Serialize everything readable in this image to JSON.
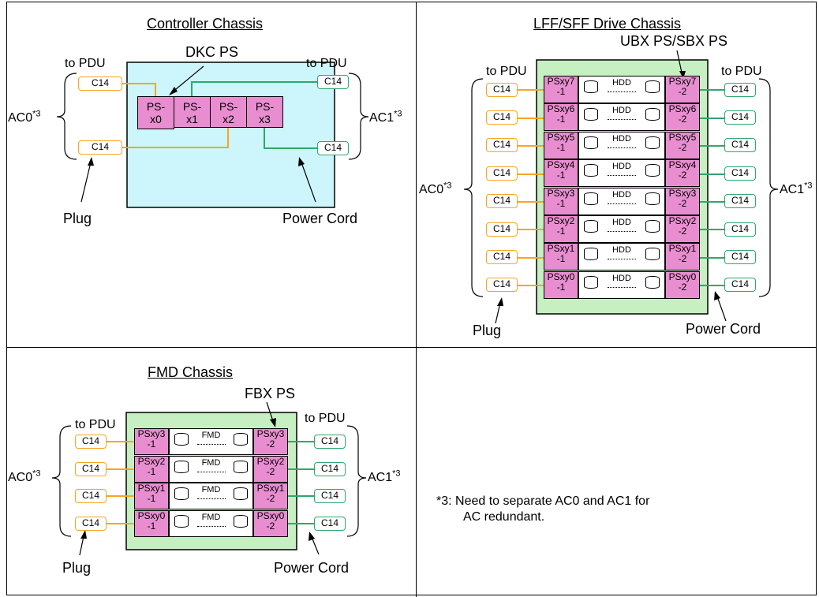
{
  "controller": {
    "title": "Controller Chassis",
    "ps_label": "DKC PS",
    "to_pdu_left": "to PDU",
    "to_pdu_right": "to PDU",
    "ac_left": "AC0",
    "ac_right": "AC1",
    "ac_sup": "*3",
    "plug": "C14",
    "ps_units": [
      {
        "l1": "PS-",
        "l2": "x0"
      },
      {
        "l1": "PS-",
        "l2": "x1"
      },
      {
        "l1": "PS-",
        "l2": "x2"
      },
      {
        "l1": "PS-",
        "l2": "x3"
      }
    ],
    "plug_label": "Plug",
    "cord_label": "Power Cord"
  },
  "drive": {
    "title": "LFF/SFF Drive Chassis",
    "ps_label": "UBX PS/SBX PS",
    "to_pdu_left": "to PDU",
    "to_pdu_right": "to PDU",
    "ac_left": "AC0",
    "ac_right": "AC1",
    "ac_sup": "*3",
    "plug": "C14",
    "media": "HDD",
    "rows": [
      {
        "left": "PSxy7",
        "right": "PSxy7"
      },
      {
        "left": "PSxy6",
        "right": "PSxy6"
      },
      {
        "left": "PSxy5",
        "right": "PSxy5"
      },
      {
        "left": "PSxy4",
        "right": "PSxy4"
      },
      {
        "left": "PSxy3",
        "right": "PSxy3"
      },
      {
        "left": "PSxy2",
        "right": "PSxy2"
      },
      {
        "left": "PSxy1",
        "right": "PSxy1"
      },
      {
        "left": "PSxy0",
        "right": "PSxy0"
      }
    ],
    "suffix_left": "-1",
    "suffix_right": "-2",
    "plug_label": "Plug",
    "cord_label": "Power Cord"
  },
  "fmd": {
    "title": "FMD Chassis",
    "ps_label": "FBX PS",
    "to_pdu_left": "to PDU",
    "to_pdu_right": "to PDU",
    "ac_left": "AC0",
    "ac_right": "AC1",
    "ac_sup": "*3",
    "plug": "C14",
    "media": "FMD",
    "rows": [
      {
        "left": "PSxy3",
        "right": "PSxy3"
      },
      {
        "left": "PSxy2",
        "right": "PSxy2"
      },
      {
        "left": "PSxy1",
        "right": "PSxy1"
      },
      {
        "left": "PSxy0",
        "right": "PSxy0"
      }
    ],
    "suffix_left": "-1",
    "suffix_right": "-2",
    "plug_label": "Plug",
    "cord_label": "Power Cord"
  },
  "footnote": {
    "line1": "*3: Need to separate AC0 and AC1 for",
    "line2": "AC redundant."
  },
  "colors": {
    "chassis_blue": "#ccf6fb",
    "chassis_green": "#c6efc2",
    "ps_pink": "#e88ed0",
    "ac0_orange": "#f5a623",
    "ac1_green": "#2ea86b"
  }
}
